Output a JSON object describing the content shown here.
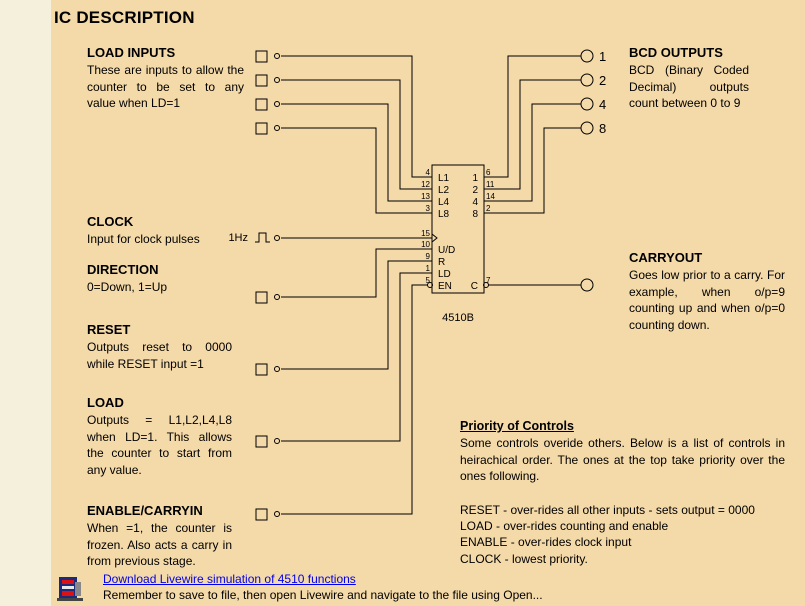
{
  "title": "IC DESCRIPTION",
  "load_inputs": {
    "heading": "LOAD INPUTS",
    "text": "These are inputs to allow the counter to be set to any value when LD=1"
  },
  "clock": {
    "heading": "CLOCK",
    "text": "Input for clock pulses",
    "freq_label": "1Hz"
  },
  "direction": {
    "heading": "DIRECTION",
    "text": "0=Down, 1=Up"
  },
  "reset": {
    "heading": "RESET",
    "text": "Outputs reset to 0000 while RESET input =1"
  },
  "load": {
    "heading": "LOAD",
    "text": "Outputs = L1,L2,L4,L8 when LD=1. This allows the counter to start from any value."
  },
  "enable": {
    "heading": "ENABLE/CARRYIN",
    "text": "When =1, the counter is frozen. Also acts a carry in from previous stage."
  },
  "bcd_outputs": {
    "heading": "BCD OUTPUTS",
    "text": "BCD (Binary Coded Decimal) outputs count between 0 to 9",
    "labels": [
      "1",
      "2",
      "4",
      "8"
    ]
  },
  "carryout": {
    "heading": "CARRYOUT",
    "text": "Goes low prior to a carry. For example, when o/p=9 counting up and when o/p=0 counting down."
  },
  "chip": {
    "name": "4510B",
    "left_pins": [
      {
        "num": "4",
        "label": "L1"
      },
      {
        "num": "12",
        "label": "L2"
      },
      {
        "num": "13",
        "label": "L4"
      },
      {
        "num": "3",
        "label": "L8"
      },
      {
        "num": "15",
        "label": ""
      },
      {
        "num": "10",
        "label": "U/D"
      },
      {
        "num": "9",
        "label": "R"
      },
      {
        "num": "1",
        "label": "LD"
      },
      {
        "num": "5",
        "label": "EN"
      }
    ],
    "right_pins": [
      {
        "num": "6",
        "label": "1"
      },
      {
        "num": "11",
        "label": "2"
      },
      {
        "num": "14",
        "label": "4"
      },
      {
        "num": "2",
        "label": "8"
      },
      {
        "num": "7",
        "label": "C"
      }
    ]
  },
  "priority": {
    "heading": "Priority of Controls",
    "text": "Some controls overide others. Below is a list of controls in heirachical order. The ones at the top take priority over the ones following.",
    "items": [
      "RESET - over-rides all other inputs - sets output = 0000",
      "LOAD - over-rides counting and enable",
      "ENABLE - over-rides clock input",
      "CLOCK - lowest priority."
    ]
  },
  "download": {
    "link_text": "Download Livewire simulation of 4510 functions",
    "note": "Remember to save to file, then open Livewire and navigate to the file using Open..."
  },
  "icons": {
    "download_icon": "livewire-app-icon"
  },
  "colors": {
    "background": "#f4d9a9",
    "sidebar": "#f5f0dc",
    "link": "#0000ee"
  }
}
